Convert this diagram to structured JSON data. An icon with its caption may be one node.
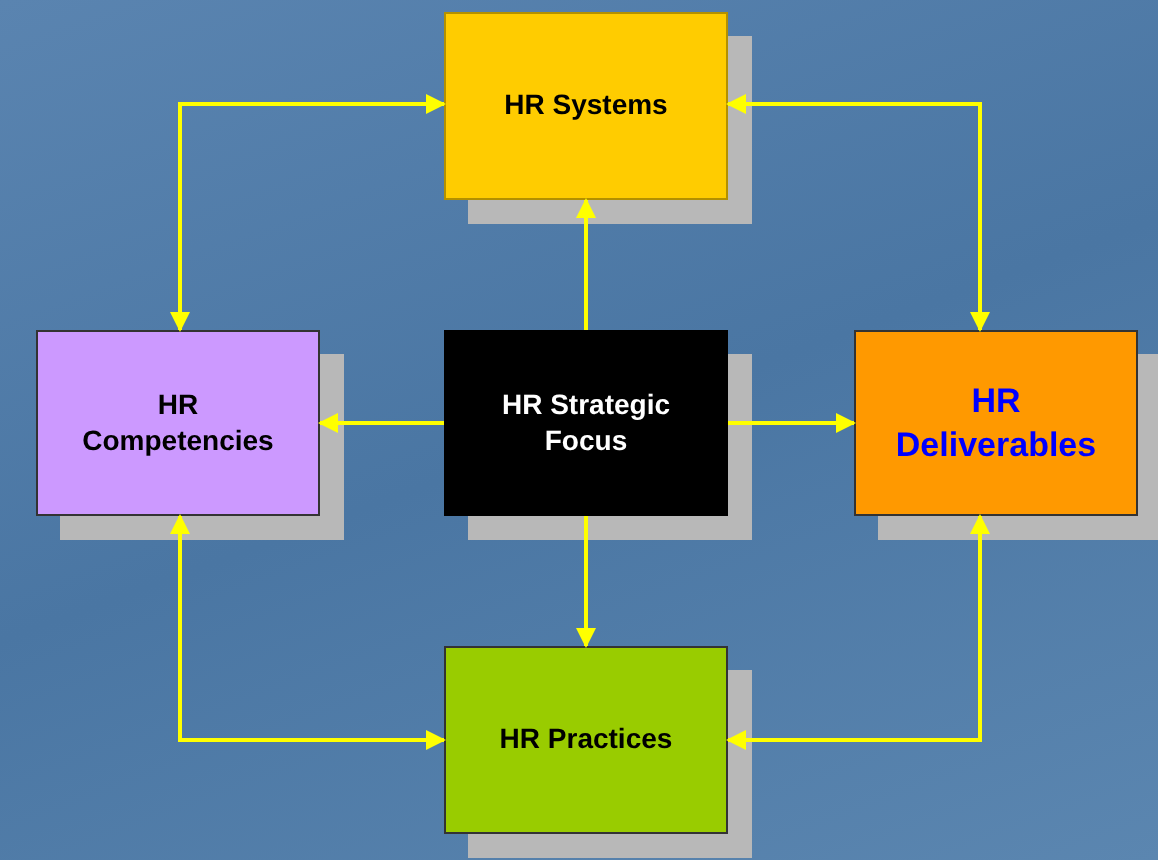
{
  "diagram": {
    "nodes": [
      {
        "text": [
          "HR Systems"
        ]
      },
      {
        "text": [
          "HR Competencies"
        ]
      },
      {
        "text": [
          "HR Strategic Focus"
        ]
      },
      {
        "text": [
          "HR Deliverables"
        ]
      },
      {
        "text": [
          "HR Practices"
        ]
      }
    ],
    "edges": [
      {
        "from": 2,
        "to": 0,
        "arrow": "to"
      },
      {
        "from": 2,
        "to": 1,
        "arrow": "to"
      },
      {
        "from": 2,
        "to": 3,
        "arrow": "to"
      },
      {
        "from": 2,
        "to": 4,
        "arrow": "to"
      },
      {
        "from": 1,
        "to": 0,
        "arrow": "both"
      },
      {
        "from": 0,
        "to": 3,
        "arrow": "both"
      },
      {
        "from": 1,
        "to": 4,
        "arrow": "both"
      },
      {
        "from": 4,
        "to": 3,
        "arrow": "both"
      }
    ]
  }
}
